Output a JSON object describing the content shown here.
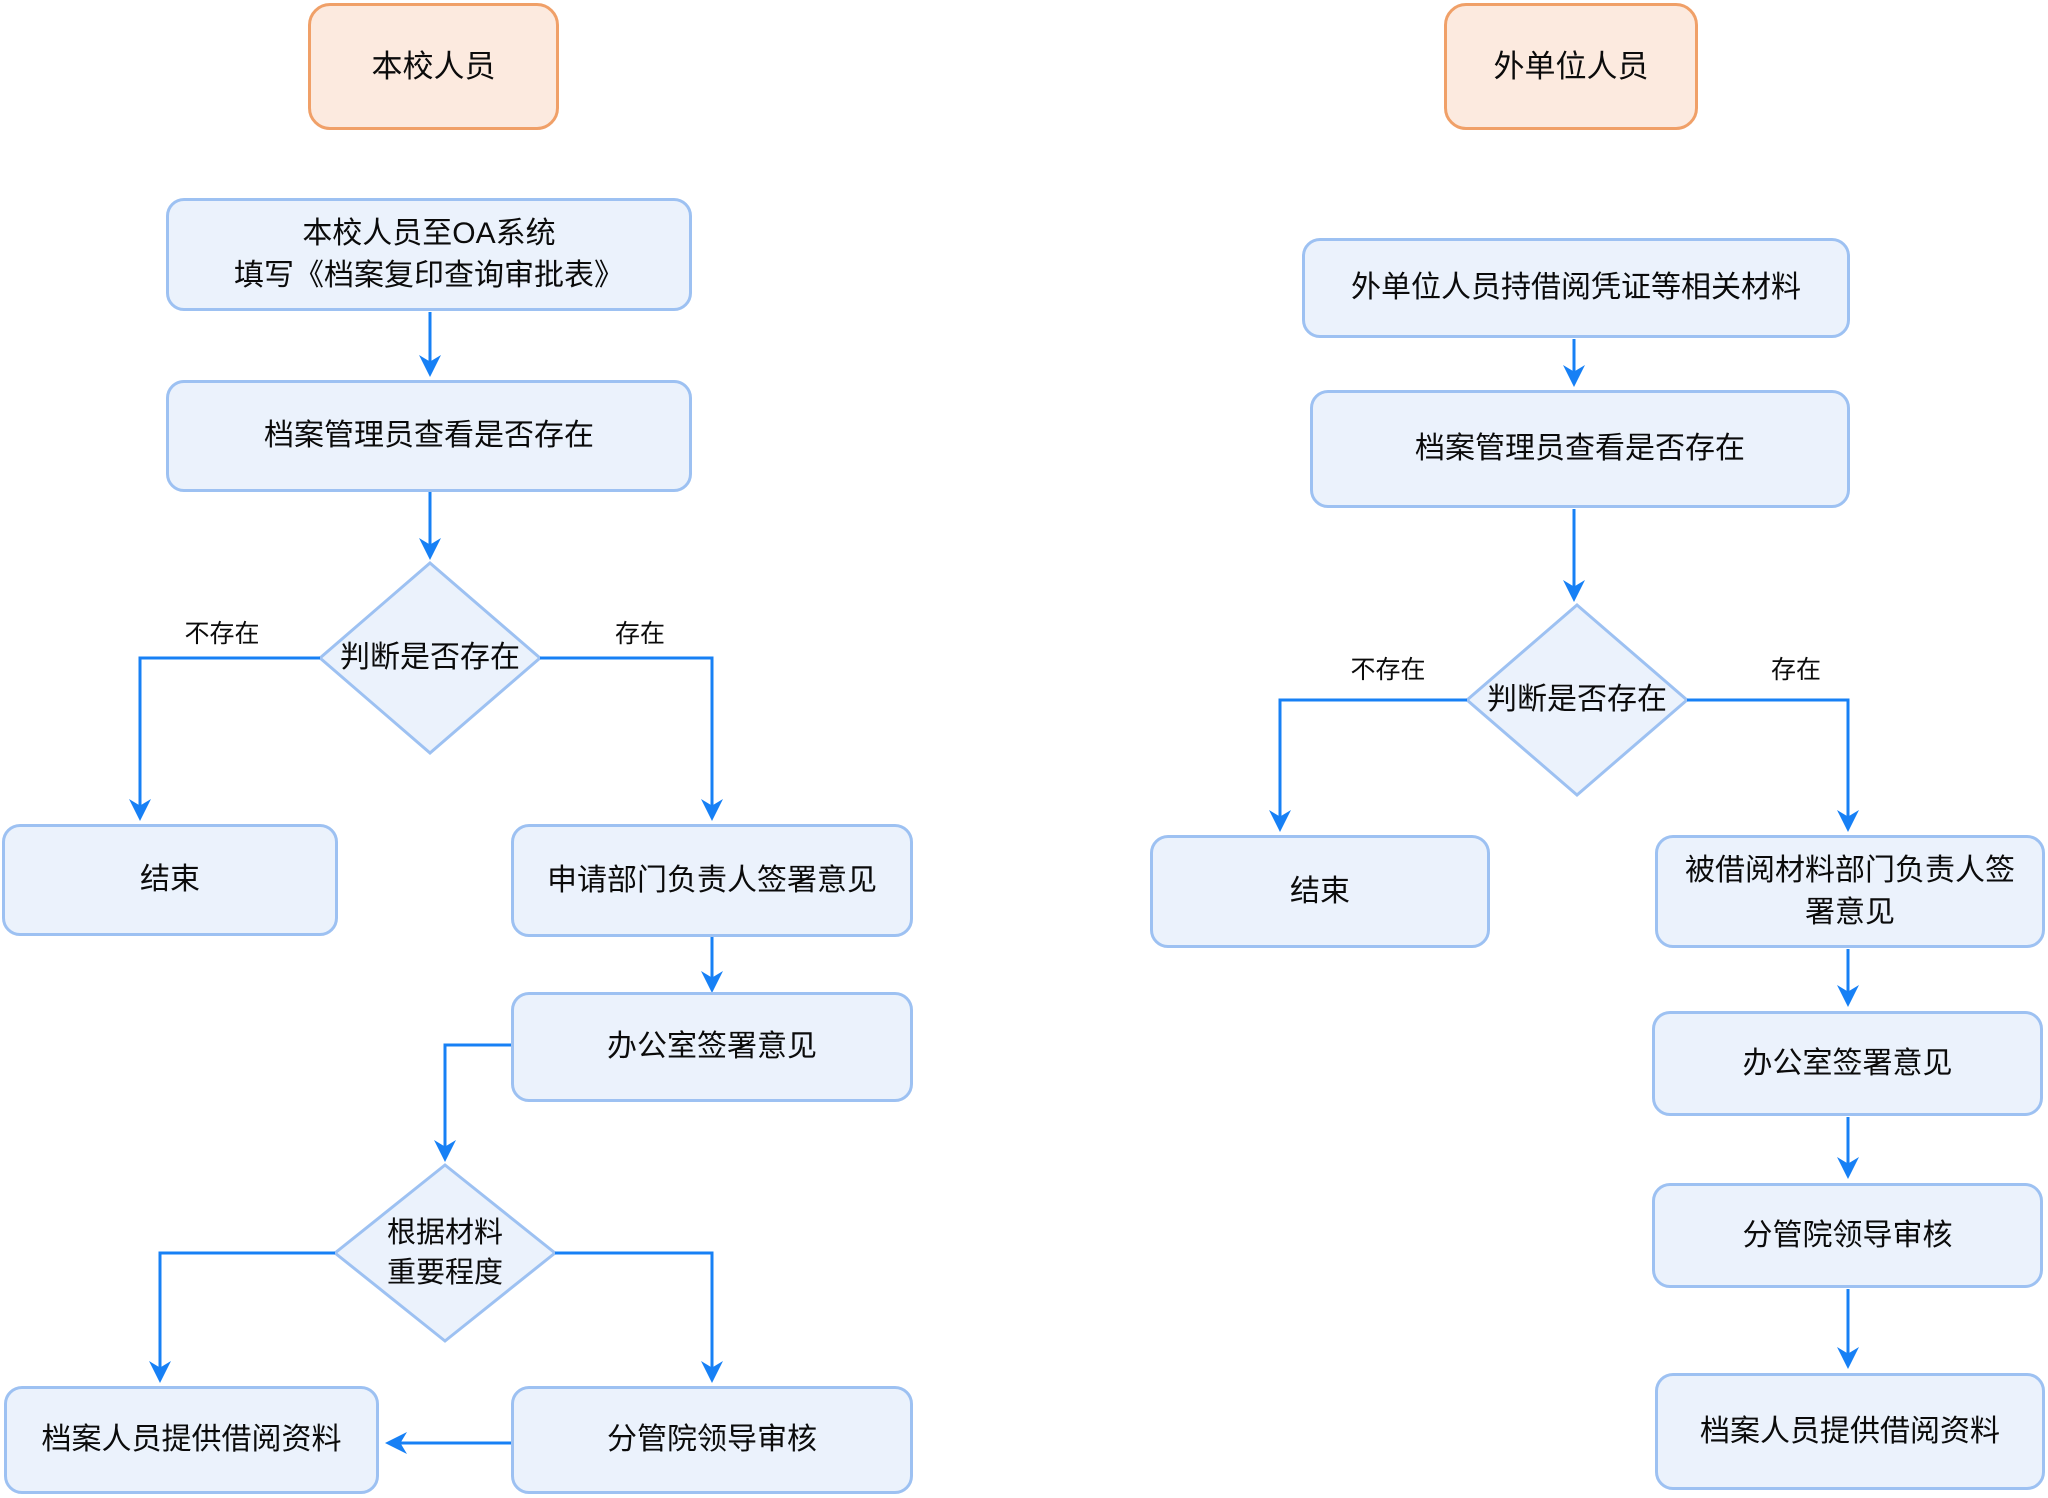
{
  "left": {
    "title": "本校人员",
    "fill_oa_line1": "本校人员至OA系统",
    "fill_oa_line2": "填写《档案复印查询审批表》",
    "check": "档案管理员查看是否存在",
    "decision": "判断是否存在",
    "branch_no": "不存在",
    "branch_yes": "存在",
    "end": "结束",
    "dept_sign": "申请部门负责人签署意见",
    "office_sign": "办公室签署意见",
    "importance_line1": "根据材料",
    "importance_line2": "重要程度",
    "provide": "档案人员提供借阅资料",
    "leader_review": "分管院领导审核"
  },
  "right": {
    "title": "外单位人员",
    "materials": "外单位人员持借阅凭证等相关材料",
    "check": "档案管理员查看是否存在",
    "decision": "判断是否存在",
    "branch_no": "不存在",
    "branch_yes": "存在",
    "end": "结束",
    "dept_sign": "被借阅材料部门负责人签署意见",
    "office_sign": "办公室签署意见",
    "leader_review": "分管院领导审核",
    "provide": "档案人员提供借阅资料"
  },
  "colors": {
    "terminal_fill": "#FCEADF",
    "terminal_border": "#F0A068",
    "process_fill": "#EBF2FC",
    "process_border": "#9DC1F2",
    "arrow": "#1780F5",
    "text": "#0B0B0B"
  }
}
